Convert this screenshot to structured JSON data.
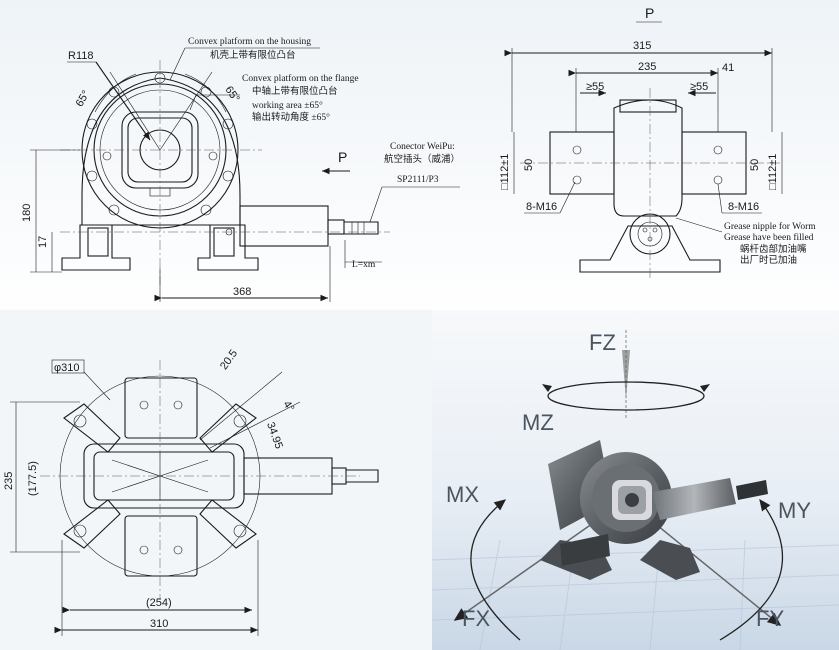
{
  "front": {
    "radius": "R118",
    "angle_left": "65°",
    "angle_right": "65°",
    "annotations": [
      "Convex platform on the housing",
      "机壳上带有限位凸台",
      "Convex platform on the flange",
      "中轴上带有限位凸台",
      "working area ±65°",
      "输出转动角度 ±65°"
    ],
    "view_label": "P",
    "connector": [
      "Conector WeiPu:",
      "航空插头（威浦）",
      "SP2111/P3"
    ],
    "cable_length": "L=xm",
    "height": "180",
    "base_height": "17",
    "length": "368"
  },
  "side": {
    "view_label": "P",
    "width_outer": "315",
    "width_inner": "235",
    "offset": "41",
    "tab_width": "≥55",
    "square": "□112±1",
    "pitch": "50",
    "bolts": "8-M16",
    "grease": [
      "Grease nipple for Worm",
      "Grease have been filled",
      "蜗杆齿部加油嘴",
      "出厂时已加油"
    ]
  },
  "top": {
    "diameter": "φ310",
    "dim_a": "20.5",
    "angle": "4°",
    "dim_b": "34.95",
    "height_outer": "235",
    "height_inner": "(177.5)",
    "width_inner": "(254)",
    "width_outer": "310"
  },
  "loads": [
    "FZ",
    "MZ",
    "MX",
    "MY",
    "FX",
    "FY"
  ]
}
